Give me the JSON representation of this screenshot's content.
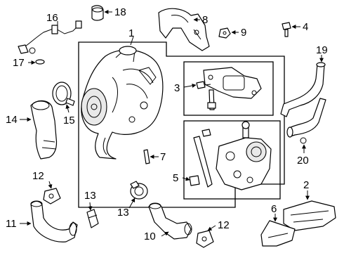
{
  "diagram": {
    "callouts": {
      "c1": "1",
      "c2": "2",
      "c3": "3",
      "c4": "4",
      "c5": "5",
      "c6": "6",
      "c7": "7",
      "c8": "8",
      "c9": "9",
      "c10": "10",
      "c11": "11",
      "c12a": "12",
      "c12b": "12",
      "c13a": "13",
      "c13b": "13",
      "c14": "14",
      "c15": "15",
      "c16": "16",
      "c17": "17",
      "c18": "18",
      "c19": "19",
      "c20": "20"
    }
  }
}
